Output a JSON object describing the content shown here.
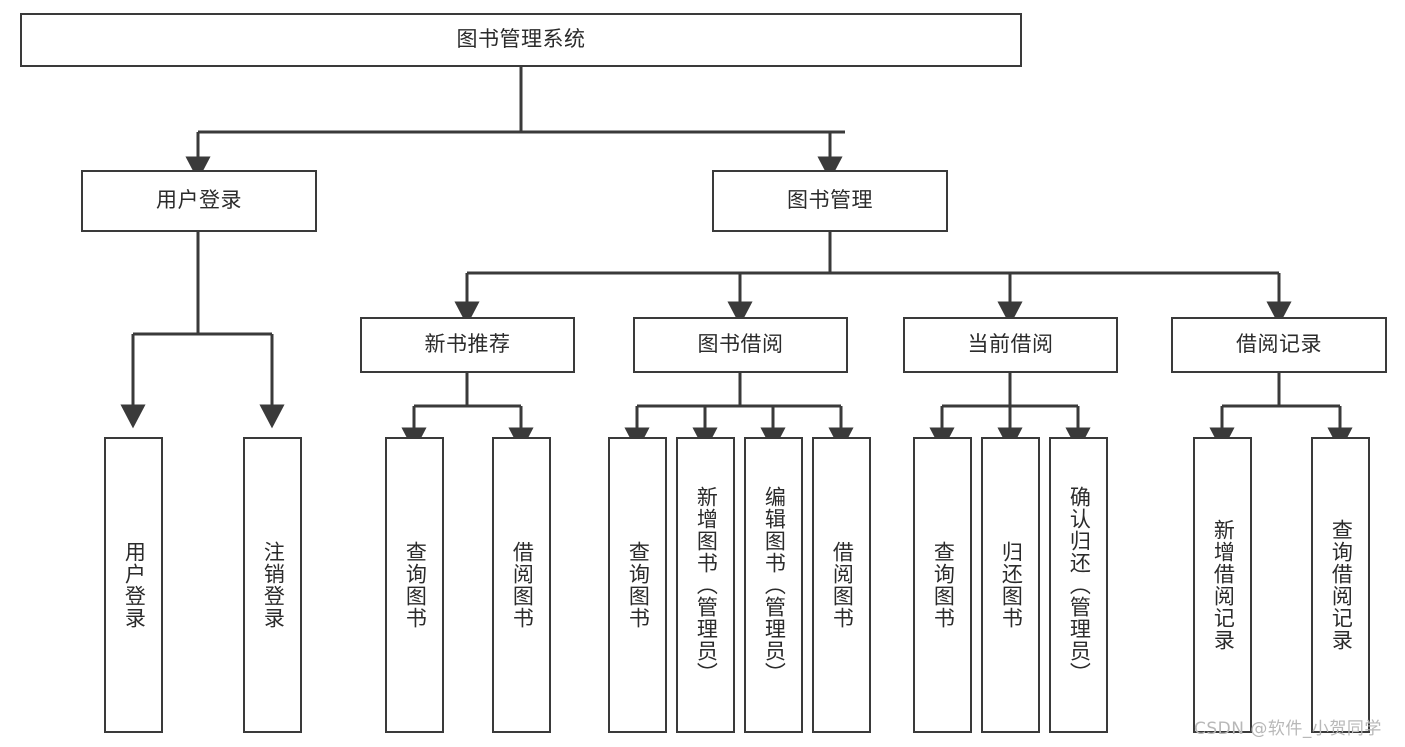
{
  "diagram": {
    "title": "图书管理系统",
    "type": "tree",
    "root": {
      "label": "图书管理系统"
    },
    "level2": [
      {
        "label": "用户登录"
      },
      {
        "label": "图书管理"
      }
    ],
    "level3": [
      {
        "label": "新书推荐"
      },
      {
        "label": "图书借阅"
      },
      {
        "label": "当前借阅"
      },
      {
        "label": "借阅记录"
      }
    ],
    "leaves_user_login": [
      {
        "label": "用户登录"
      },
      {
        "label": "注销登录"
      }
    ],
    "leaves_new_book": [
      {
        "label": "查询图书"
      },
      {
        "label": "借阅图书"
      }
    ],
    "leaves_borrow": [
      {
        "label": "查询图书"
      },
      {
        "label": "新增图书（管理员）"
      },
      {
        "label": "编辑图书（管理员）"
      },
      {
        "label": "借阅图书"
      }
    ],
    "leaves_current": [
      {
        "label": "查询图书"
      },
      {
        "label": "归还图书"
      },
      {
        "label": "确认归还（管理员）"
      }
    ],
    "leaves_records": [
      {
        "label": "新增借阅记录"
      },
      {
        "label": "查询借阅记录"
      }
    ]
  },
  "watermark": {
    "text": "CSDN @软件_小贺同学"
  },
  "colors": {
    "stroke": "#3a3a3a",
    "box_fill": "#ffffff",
    "text": "#2b2b2b",
    "watermark": "#b8b8b8",
    "background": "#ffffff"
  }
}
